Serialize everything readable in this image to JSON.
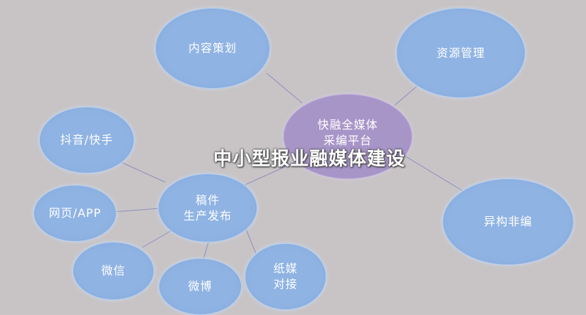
{
  "title": "中小型报业融媒体建设",
  "nodes": {
    "hub": "快融全媒体\n采编平台",
    "content_planning": "内容策划",
    "resource_mgmt": "资源管理",
    "heterogeneous": "异构非编",
    "manuscript_publish": "稿件\n生产发布",
    "douyin_kuaishou": "抖音/快手",
    "web_app": "网页/APP",
    "wechat": "微信",
    "weibo": "微博",
    "print_dock": "纸媒\n对接"
  },
  "colors": {
    "background": "#c8c4c5",
    "node_blue": "#8fb3e3",
    "node_purple": "#a895c8",
    "link": "#8a8fc0"
  }
}
